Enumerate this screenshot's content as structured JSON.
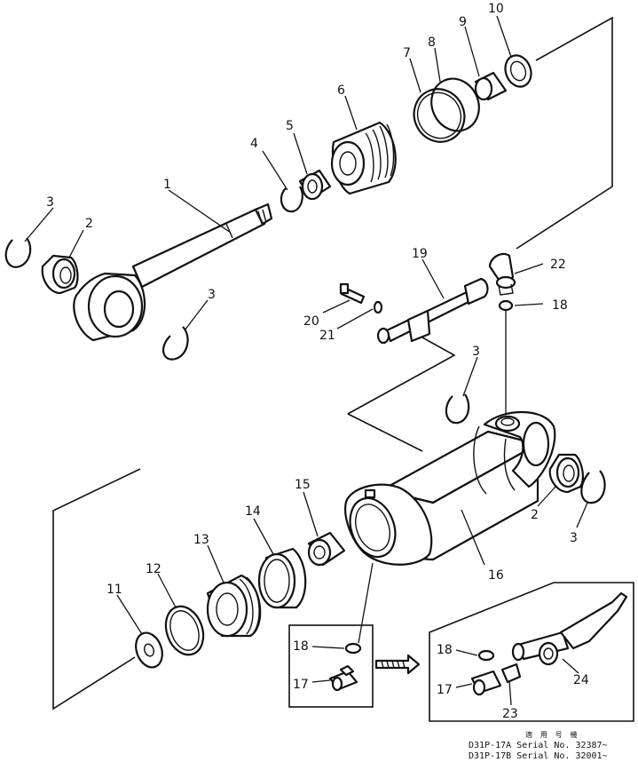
{
  "callouts": [
    "1",
    "2",
    "3",
    "4",
    "5",
    "6",
    "7",
    "8",
    "9",
    "10",
    "11",
    "12",
    "13",
    "14",
    "15",
    "16",
    "17",
    "18",
    "19",
    "20",
    "21",
    "22",
    "23",
    "24"
  ],
  "serial_header": "適 用 号 機",
  "serials": [
    {
      "model": "D31P-17A",
      "label": "Serial No.",
      "number": "32387~"
    },
    {
      "model": "D31P-17B",
      "label": "Serial No.",
      "number": "32001~"
    }
  ]
}
